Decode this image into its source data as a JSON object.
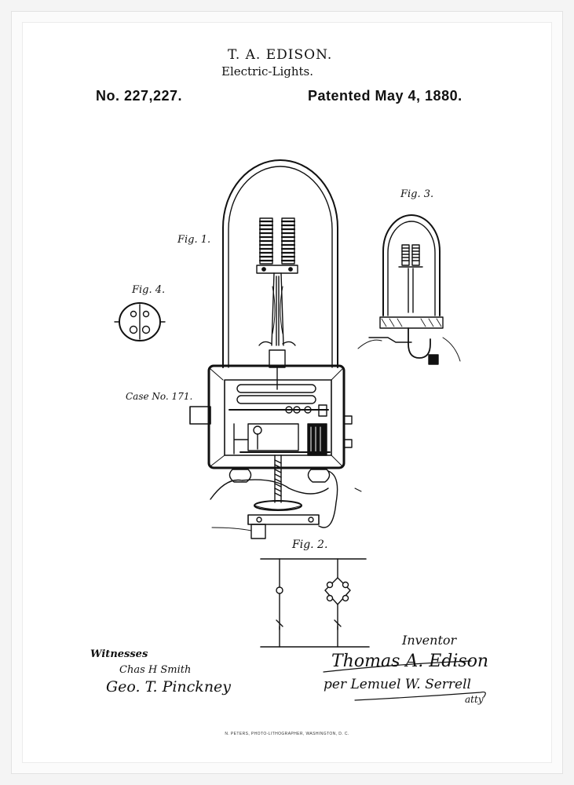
{
  "header": {
    "inventor": "T. A. EDISON.",
    "title": "Electric-Lights.",
    "number": "No. 227,227.",
    "date": "Patented May 4, 1880."
  },
  "figures": {
    "fig1": "Fig. 1.",
    "fig2": "Fig. 2.",
    "fig3": "Fig. 3.",
    "fig4": "Fig. 4."
  },
  "case_note": "Case No. 171.",
  "witnesses": {
    "label": "Witnesses",
    "names": [
      "Chas H Smith",
      "Geo. T. Pinckney"
    ]
  },
  "inventor_block": {
    "label": "Inventor",
    "signature": "Thomas A. Edison",
    "attorney": "per Lemuel W. Serrell",
    "attorney_suffix": "atty"
  },
  "printer_credit": "N. PETERS, PHOTO-LITHOGRAPHER, WASHINGTON, D. C.",
  "colors": {
    "ink": "#111111",
    "paper": "#ffffff",
    "frame": "#f4f4f4"
  }
}
